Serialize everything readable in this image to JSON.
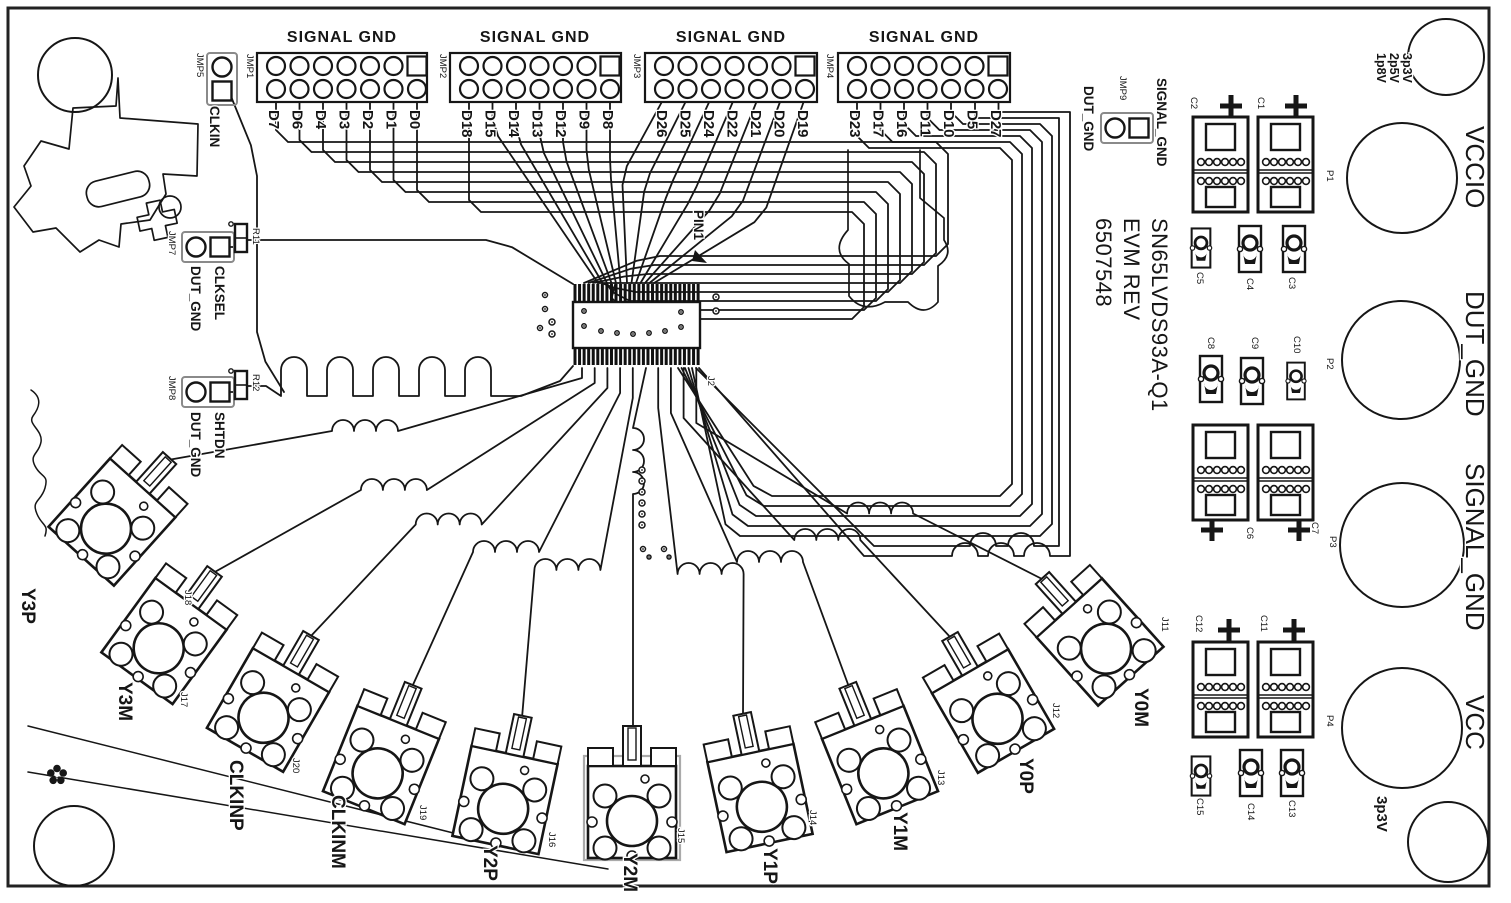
{
  "board": {
    "part_number": "SN65LVDS93A-Q1",
    "rev_line": "EVM REV",
    "assembly_number": "6507548",
    "pin1_label": "PIN1",
    "chip_ref": "J2"
  },
  "headers": [
    {
      "ref": "JMP1",
      "title": "SIGNAL GND",
      "pins": [
        "D7",
        "D6",
        "D4",
        "D3",
        "D2",
        "D1",
        "D0"
      ]
    },
    {
      "ref": "JMP2",
      "title": "SIGNAL GND",
      "pins": [
        "D18",
        "D15",
        "D14",
        "D13",
        "D12",
        "D9",
        "D8"
      ]
    },
    {
      "ref": "JMP3",
      "title": "SIGNAL GND",
      "pins": [
        "D26",
        "D25",
        "D24",
        "D22",
        "D21",
        "D20",
        "D19"
      ]
    },
    {
      "ref": "JMP4",
      "title": "SIGNAL GND",
      "pins": [
        "D23",
        "D17",
        "D16",
        "D11",
        "D10",
        "D5",
        "D27"
      ]
    }
  ],
  "jumpers": {
    "jmp5": {
      "ref": "JMP5",
      "label": "CLKIN"
    },
    "jmp7": {
      "ref": "JMP7",
      "net": "CLKSEL",
      "gnd": "DUT_GND"
    },
    "jmp8": {
      "ref": "JMP8",
      "net": "SHTDN",
      "gnd": "DUT_GND"
    },
    "jmp9": {
      "ref": "JMP9",
      "net": "SIGNAL_GND",
      "gnd": "DUT_GND"
    }
  },
  "resistors": [
    {
      "ref": "R11"
    },
    {
      "ref": "R12"
    }
  ],
  "sma": [
    {
      "ref": "J18",
      "label": "Y3P"
    },
    {
      "ref": "J17",
      "label": "Y3M"
    },
    {
      "ref": "J20",
      "label": "CLKINP"
    },
    {
      "ref": "J19",
      "label": "CLKINM"
    },
    {
      "ref": "J16",
      "label": "Y2P"
    },
    {
      "ref": "J15",
      "label": "Y2M"
    },
    {
      "ref": "J14",
      "label": "Y1P"
    },
    {
      "ref": "J13",
      "label": "Y1M"
    },
    {
      "ref": "J12",
      "label": "Y0P"
    },
    {
      "ref": "J11",
      "label": "Y0M"
    }
  ],
  "jacks": [
    {
      "ref": "P1",
      "label": "VCCIO"
    },
    {
      "ref": "P2",
      "label": "DUT_GND"
    },
    {
      "ref": "P3",
      "label": "SIGNAL_GND"
    },
    {
      "ref": "P4",
      "label": "VCC"
    }
  ],
  "voltages": {
    "vccio": [
      "1p8V",
      "2p5V",
      "3p3V"
    ],
    "vcc": "3p3V"
  },
  "capacitors": [
    {
      "ref": "C2"
    },
    {
      "ref": "C1"
    },
    {
      "ref": "C5"
    },
    {
      "ref": "C4"
    },
    {
      "ref": "C3"
    },
    {
      "ref": "C8"
    },
    {
      "ref": "C9"
    },
    {
      "ref": "C10"
    },
    {
      "ref": "C6"
    },
    {
      "ref": "C7"
    },
    {
      "ref": "C12"
    },
    {
      "ref": "C11"
    },
    {
      "ref": "C15"
    },
    {
      "ref": "C14"
    },
    {
      "ref": "C13"
    }
  ]
}
